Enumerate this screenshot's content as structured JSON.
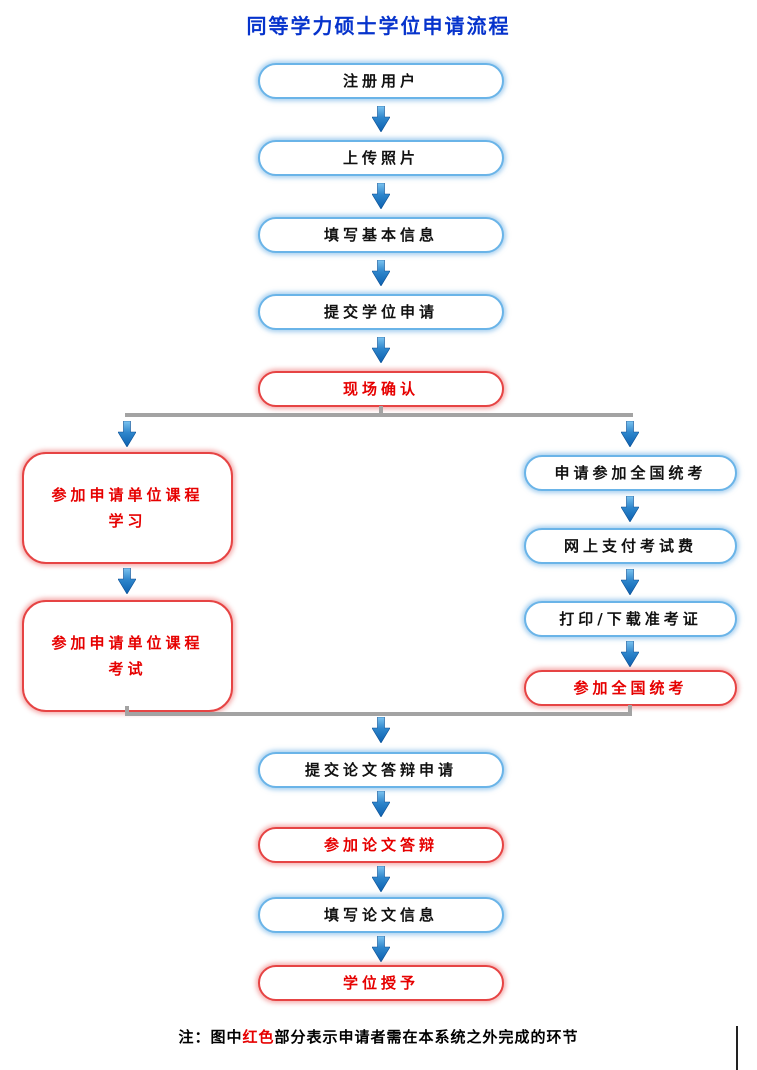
{
  "title": "同等学力硕士学位申请流程",
  "colors": {
    "title_blue": "#0633cc",
    "box_blue_border": "#6ab4e8",
    "box_red_border": "#e64444",
    "node_text": "#111111",
    "text_red": "#e60000",
    "connector_gray": "#a3a3a3"
  },
  "flow": {
    "main_top": [
      {
        "label": "注册用户",
        "variant": "blue"
      },
      {
        "label": "上传照片",
        "variant": "blue"
      },
      {
        "label": "填写基本信息",
        "variant": "blue"
      },
      {
        "label": "提交学位申请",
        "variant": "blue"
      },
      {
        "label": "现场确认",
        "variant": "red"
      }
    ],
    "left_branch": [
      {
        "label": "参加申请单位课程\n学习",
        "variant": "red"
      },
      {
        "label": "参加申请单位课程\n考试",
        "variant": "red"
      }
    ],
    "right_branch": [
      {
        "label": "申请参加全国统考",
        "variant": "blue"
      },
      {
        "label": "网上支付考试费",
        "variant": "blue"
      },
      {
        "label": "打印/下载准考证",
        "variant": "blue"
      },
      {
        "label": "参加全国统考",
        "variant": "red"
      }
    ],
    "main_bottom": [
      {
        "label": "提交论文答辩申请",
        "variant": "blue"
      },
      {
        "label": "参加论文答辩",
        "variant": "red"
      },
      {
        "label": "填写论文信息",
        "variant": "blue"
      },
      {
        "label": "学位授予",
        "variant": "red"
      }
    ]
  },
  "note": {
    "prefix": "注：图中",
    "highlight": "红色",
    "suffix": "部分表示申请者需在本系统之外完成的环节"
  }
}
